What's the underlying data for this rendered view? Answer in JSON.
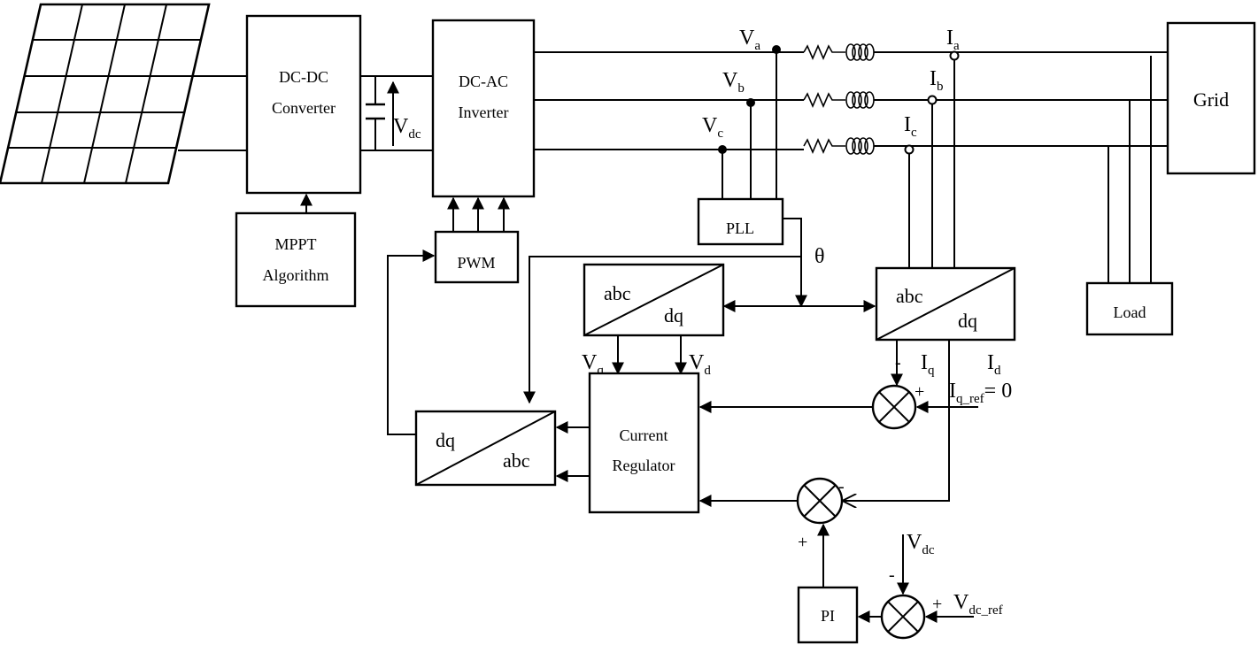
{
  "blocks": {
    "dcdc_line1": "DC-DC",
    "dcdc_line2": "Converter",
    "inv_line1": "DC-AC",
    "inv_line2": "Inverter",
    "mppt_line1": "MPPT",
    "mppt_line2": "Algorithm",
    "pwm": "PWM",
    "pll": "PLL",
    "grid": "Grid",
    "load": "Load",
    "cr_line1": "Current",
    "cr_line2": "Regulator",
    "pi": "PI",
    "abc_dq_v": {
      "top": "abc",
      "bottom": "dq"
    },
    "abc_dq_i": {
      "top": "abc",
      "bottom": "dq"
    },
    "dq_abc": {
      "top": "dq",
      "bottom": "abc"
    }
  },
  "signals": {
    "vdc_cap": {
      "main": "V",
      "sub": "dc"
    },
    "va": {
      "main": "V",
      "sub": "a"
    },
    "vb": {
      "main": "V",
      "sub": "b"
    },
    "vc": {
      "main": "V",
      "sub": "c"
    },
    "ia": {
      "main": "I",
      "sub": "a"
    },
    "ib": {
      "main": "I",
      "sub": "b"
    },
    "ic": {
      "main": "I",
      "sub": "c"
    },
    "theta": "θ",
    "vq": {
      "main": "V",
      "sub": "q"
    },
    "vd": {
      "main": "V",
      "sub": "d"
    },
    "iq": {
      "main": "I",
      "sub": "q"
    },
    "id": {
      "main": "I",
      "sub": "d"
    },
    "iqref": {
      "main": "I",
      "sub": "q_ref",
      "rest": "= 0"
    },
    "vdc_fb": {
      "main": "V",
      "sub": "dc"
    },
    "vdcref": {
      "main": "V",
      "sub": "dc_ref"
    }
  },
  "signs": {
    "sum1_minus": "-",
    "sum1_plus": "+",
    "sum2_minus": "-",
    "sum2_plus": "+",
    "sum3_minus": "-",
    "sum3_plus": "+"
  }
}
